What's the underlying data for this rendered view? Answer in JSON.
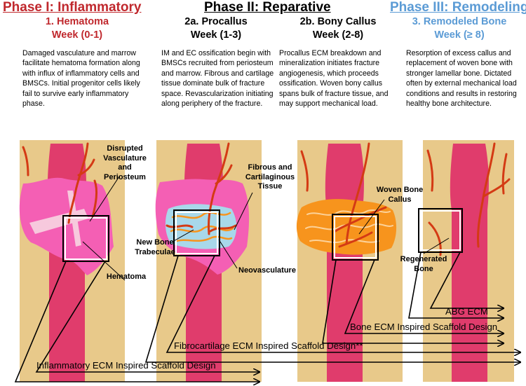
{
  "colors": {
    "phase1": "#c0282d",
    "phase3": "#5b9bd5",
    "bone_outer": "#e8c98a",
    "marrow": "#e03c6c",
    "vessel": "#d43a14",
    "hematoma": "#f45fb4",
    "fibrous": "#a8d8ea",
    "woven": "#f7941d"
  },
  "phases": {
    "p1": "Phase I: Inflammatory",
    "p2": "Phase II: Reparative",
    "p3": "Phase III: Remodeling"
  },
  "stages": [
    {
      "name": "1. Hematoma",
      "week": "Week (0-1)"
    },
    {
      "name": "2a. Procallus",
      "week": "Week (1-3)"
    },
    {
      "name": "2b. Bony Callus",
      "week": "Week (2-8)"
    },
    {
      "name": "3. Remodeled Bone",
      "week": "Week (≥ 8)"
    }
  ],
  "descriptions": [
    "Damaged vasculature and marrow  facilitate hematoma formation along with influx of inflammatory cells and BMSCs. Initial progenitor cells likely fail to survive early inflammatory phase.",
    "IM and EC ossification begin with BMSCs recruited from periosteum and marrow. Fibrous and cartilage tissue dominate bulk of fracture space. Revascularization initiating along periphery of the fracture.",
    "Procallus ECM breakdown and mineralization initiates fracture angiogenesis, which proceeds ossification. Woven bony callus spans bulk of fracture tissue, and may support mechanical load.",
    "Resorption of excess callus and replacement of woven bone with stronger lamellar bone. Dictated often by external mechanical load conditions and results in restoring healthy bone architecture."
  ],
  "labels": {
    "disrupted_l1": "Disrupted",
    "disrupted_l2": "Vasculature",
    "disrupted_l3": "and",
    "disrupted_l4": "Periosteum",
    "hematoma": "Hematoma",
    "fibrous_l1": "Fibrous and",
    "fibrous_l2": "Cartilaginous",
    "fibrous_l3": "Tissue",
    "newbone_l1": "New Bone",
    "newbone_l2": "Trabeculae",
    "neovasculature": "Neovasculature",
    "woven_l1": "Woven Bone",
    "woven_l2": "Callus",
    "regen_l1": "Regenerated",
    "regen_l2": "Bone"
  },
  "designs": {
    "abg": "ABG ECM",
    "bone": "Bone ECM Inspired Scaffold Design",
    "fibro": "Fibrocartilage ECM Inspired Scaffold Design**",
    "inflam": "Inflammatory ECM Inspired Scaffold Design"
  }
}
